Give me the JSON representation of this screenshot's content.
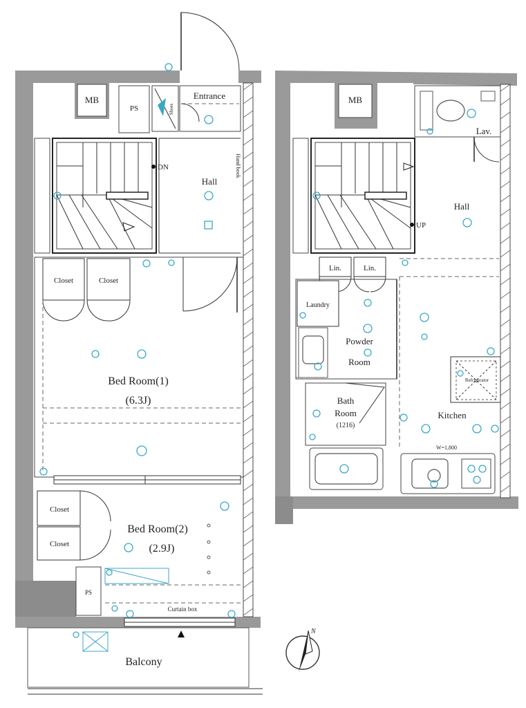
{
  "floor1": {
    "labels": {
      "mb": "MB",
      "ps_top": "PS",
      "entrance": "Entrance",
      "shoes": "Shoes",
      "hall": "Hall",
      "dn": "DN",
      "handbook": "Hand book",
      "closet_a": "Closet",
      "closet_b": "Closet",
      "bedroom1": "Bed Room(1)",
      "bedroom1_size": "(6.3J)",
      "closet_c": "Closet",
      "closet_d": "Closet",
      "bedroom2": "Bed Room(2)",
      "bedroom2_size": "(2.9J)",
      "ps_bottom": "PS",
      "curtain_box": "Curtain box",
      "balcony": "Balcony"
    }
  },
  "floor2": {
    "labels": {
      "mb": "MB",
      "lav": "Lav.",
      "hall": "Hall",
      "up": "UP",
      "lin_a": "Lin.",
      "lin_b": "Lin.",
      "laundry": "Laundry",
      "powder": "Powder",
      "powder_room": "Room",
      "bath": "Bath",
      "bath_room": "Room",
      "bath_size": "(1216)",
      "refrigerator": "Refrigerator",
      "kitchen": "Kitchen",
      "kitchen_w": "W=1,800"
    }
  },
  "compass": {
    "north": "N"
  },
  "colors": {
    "wall": "#9a9a9a",
    "electrical": "#39a9c4",
    "line": "#333333"
  }
}
